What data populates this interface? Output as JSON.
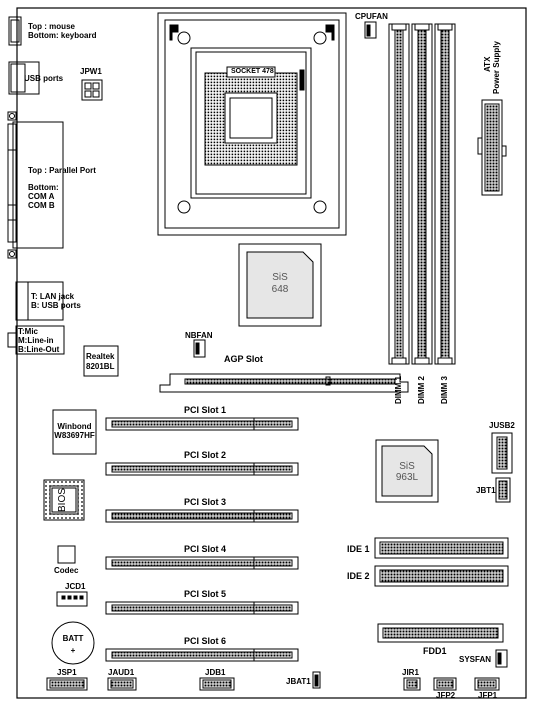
{
  "labels": {
    "io_mouse_kbd": [
      "Top : mouse",
      "Bottom: keyboard"
    ],
    "usb_ports": "USB ports",
    "jpw1": "JPW1",
    "parallel_top": "Top : Parallel Port",
    "parallel_bottom": [
      "Bottom:",
      "COM A",
      "COM B"
    ],
    "lan_usb": [
      "T: LAN jack",
      "B: USB ports"
    ],
    "audio": [
      "T:Mic",
      "M:Line-in",
      "B:Line-Out"
    ],
    "cpufan": "CPUFAN",
    "socket": "SOCKET 478",
    "atx_power": [
      "ATX",
      "Power Supply"
    ],
    "sis648": [
      "SiS",
      "648"
    ],
    "nbfan": "NBFAN",
    "agp_slot": "AGP Slot",
    "realtek": [
      "Realtek",
      "8201BL"
    ],
    "dimm": [
      "DIMM 1",
      "DIMM 2",
      "DIMM 3"
    ],
    "winbond": [
      "Winbond",
      "W83697HF"
    ],
    "pci_slots": [
      "PCI Slot 1",
      "PCI Slot 2",
      "PCI Slot 3",
      "PCI Slot 4",
      "PCI Slot 5",
      "PCI Slot 6"
    ],
    "jusb2": "JUSB2",
    "sis963l": [
      "SiS",
      "963L"
    ],
    "jbt": "JBT1",
    "bios": "BIOS",
    "codec": "Codec",
    "ide1": "IDE 1",
    "ide2": "IDE 2",
    "jcd1": "JCD1",
    "batt": [
      "BATT",
      "+"
    ],
    "fdd1": "FDD1",
    "sysfan": "SYSFAN",
    "jsp1": "JSP1",
    "jaud1": "JAUD1",
    "jdb1": "JDB1",
    "jbat1": "JBAT1",
    "jir1": "JIR1",
    "jfp2": "JFP2",
    "jfp1": "JFP1"
  },
  "colors": {
    "line": "#000000",
    "chip_fill": "#e6e6e6",
    "chip_text": "#555555"
  }
}
